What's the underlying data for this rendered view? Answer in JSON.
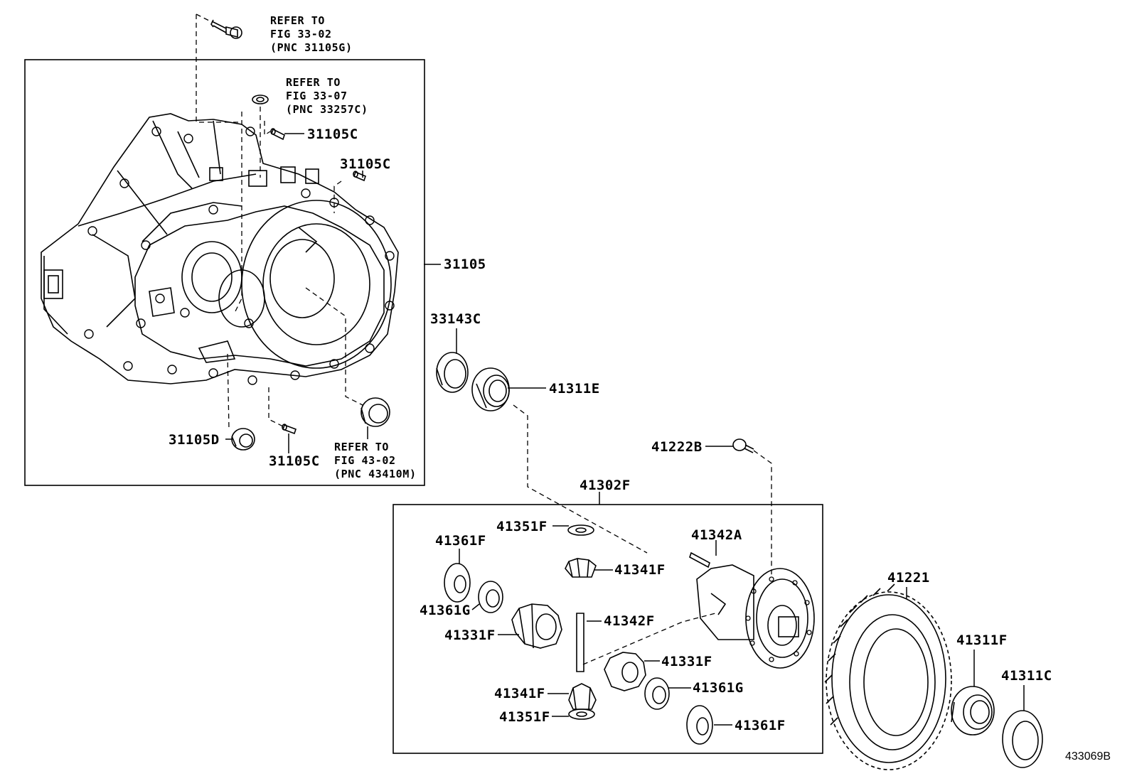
{
  "notes": {
    "top_bolt": [
      "REFER TO",
      "FIG 33-02",
      "(PNC 31105G)"
    ],
    "top_plug": [
      "REFER TO",
      "FIG 33-07",
      "(PNC 33257C)"
    ],
    "bottom_seal": [
      "REFER TO",
      "FIG 43-02",
      "(PNC 43410M)"
    ]
  },
  "labels": {
    "p31105C_a": "31105C",
    "p31105C_b": "31105C",
    "p31105": "31105",
    "p31105D": "31105D",
    "p31105C_c": "31105C",
    "p33143C": "33143C",
    "p41311E": "41311E",
    "p41222B": "41222B",
    "p41302F": "41302F",
    "p41351F_a": "41351F",
    "p41361F_a": "41361F",
    "p41341F_a": "41341F",
    "p41342A": "41342A",
    "p41361G_a": "41361G",
    "p41342F": "41342F",
    "p41331F_a": "41331F",
    "p41331F_b": "41331F",
    "p41341F_b": "41341F",
    "p41361G_b": "41361G",
    "p41351F_b": "41351F",
    "p41361F_b": "41361F",
    "p41221": "41221",
    "p41311F": "41311F",
    "p41311C": "41311C"
  },
  "figure_id": "433069B"
}
